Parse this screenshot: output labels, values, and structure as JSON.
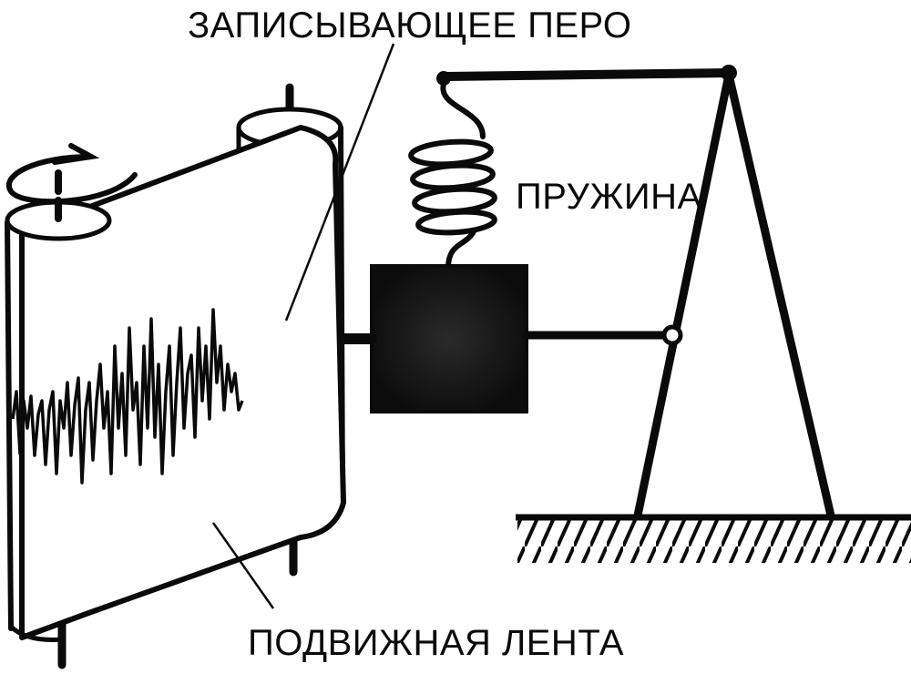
{
  "labels": {
    "recording_pen": "ЗАПИСЫВАЮЩЕЕ ПЕРО",
    "spring": "ПРУЖИНА",
    "moving_tape": "ПОДВИЖНАЯ ЛЕНТА"
  },
  "colors": {
    "ink": "#0a0a0a",
    "mass_fill": "#141414",
    "background": "#ffffff"
  },
  "icons": {
    "rotation": "rotation-arrow-icon"
  }
}
